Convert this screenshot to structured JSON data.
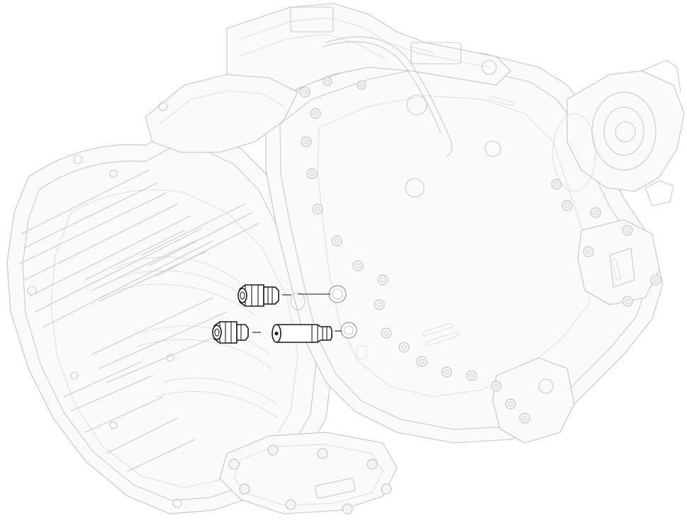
{
  "figure": {
    "kind": "exploded-view line drawing",
    "subject_icon": "transmission-housing",
    "callout_parts": [
      "fitting-upper",
      "fitting-lower",
      "adapter-sleeve"
    ],
    "colors": {
      "ghost_lines": "#c9c9c9",
      "highlighted_parts": "#1a1a1a",
      "background": "#ffffff"
    }
  }
}
